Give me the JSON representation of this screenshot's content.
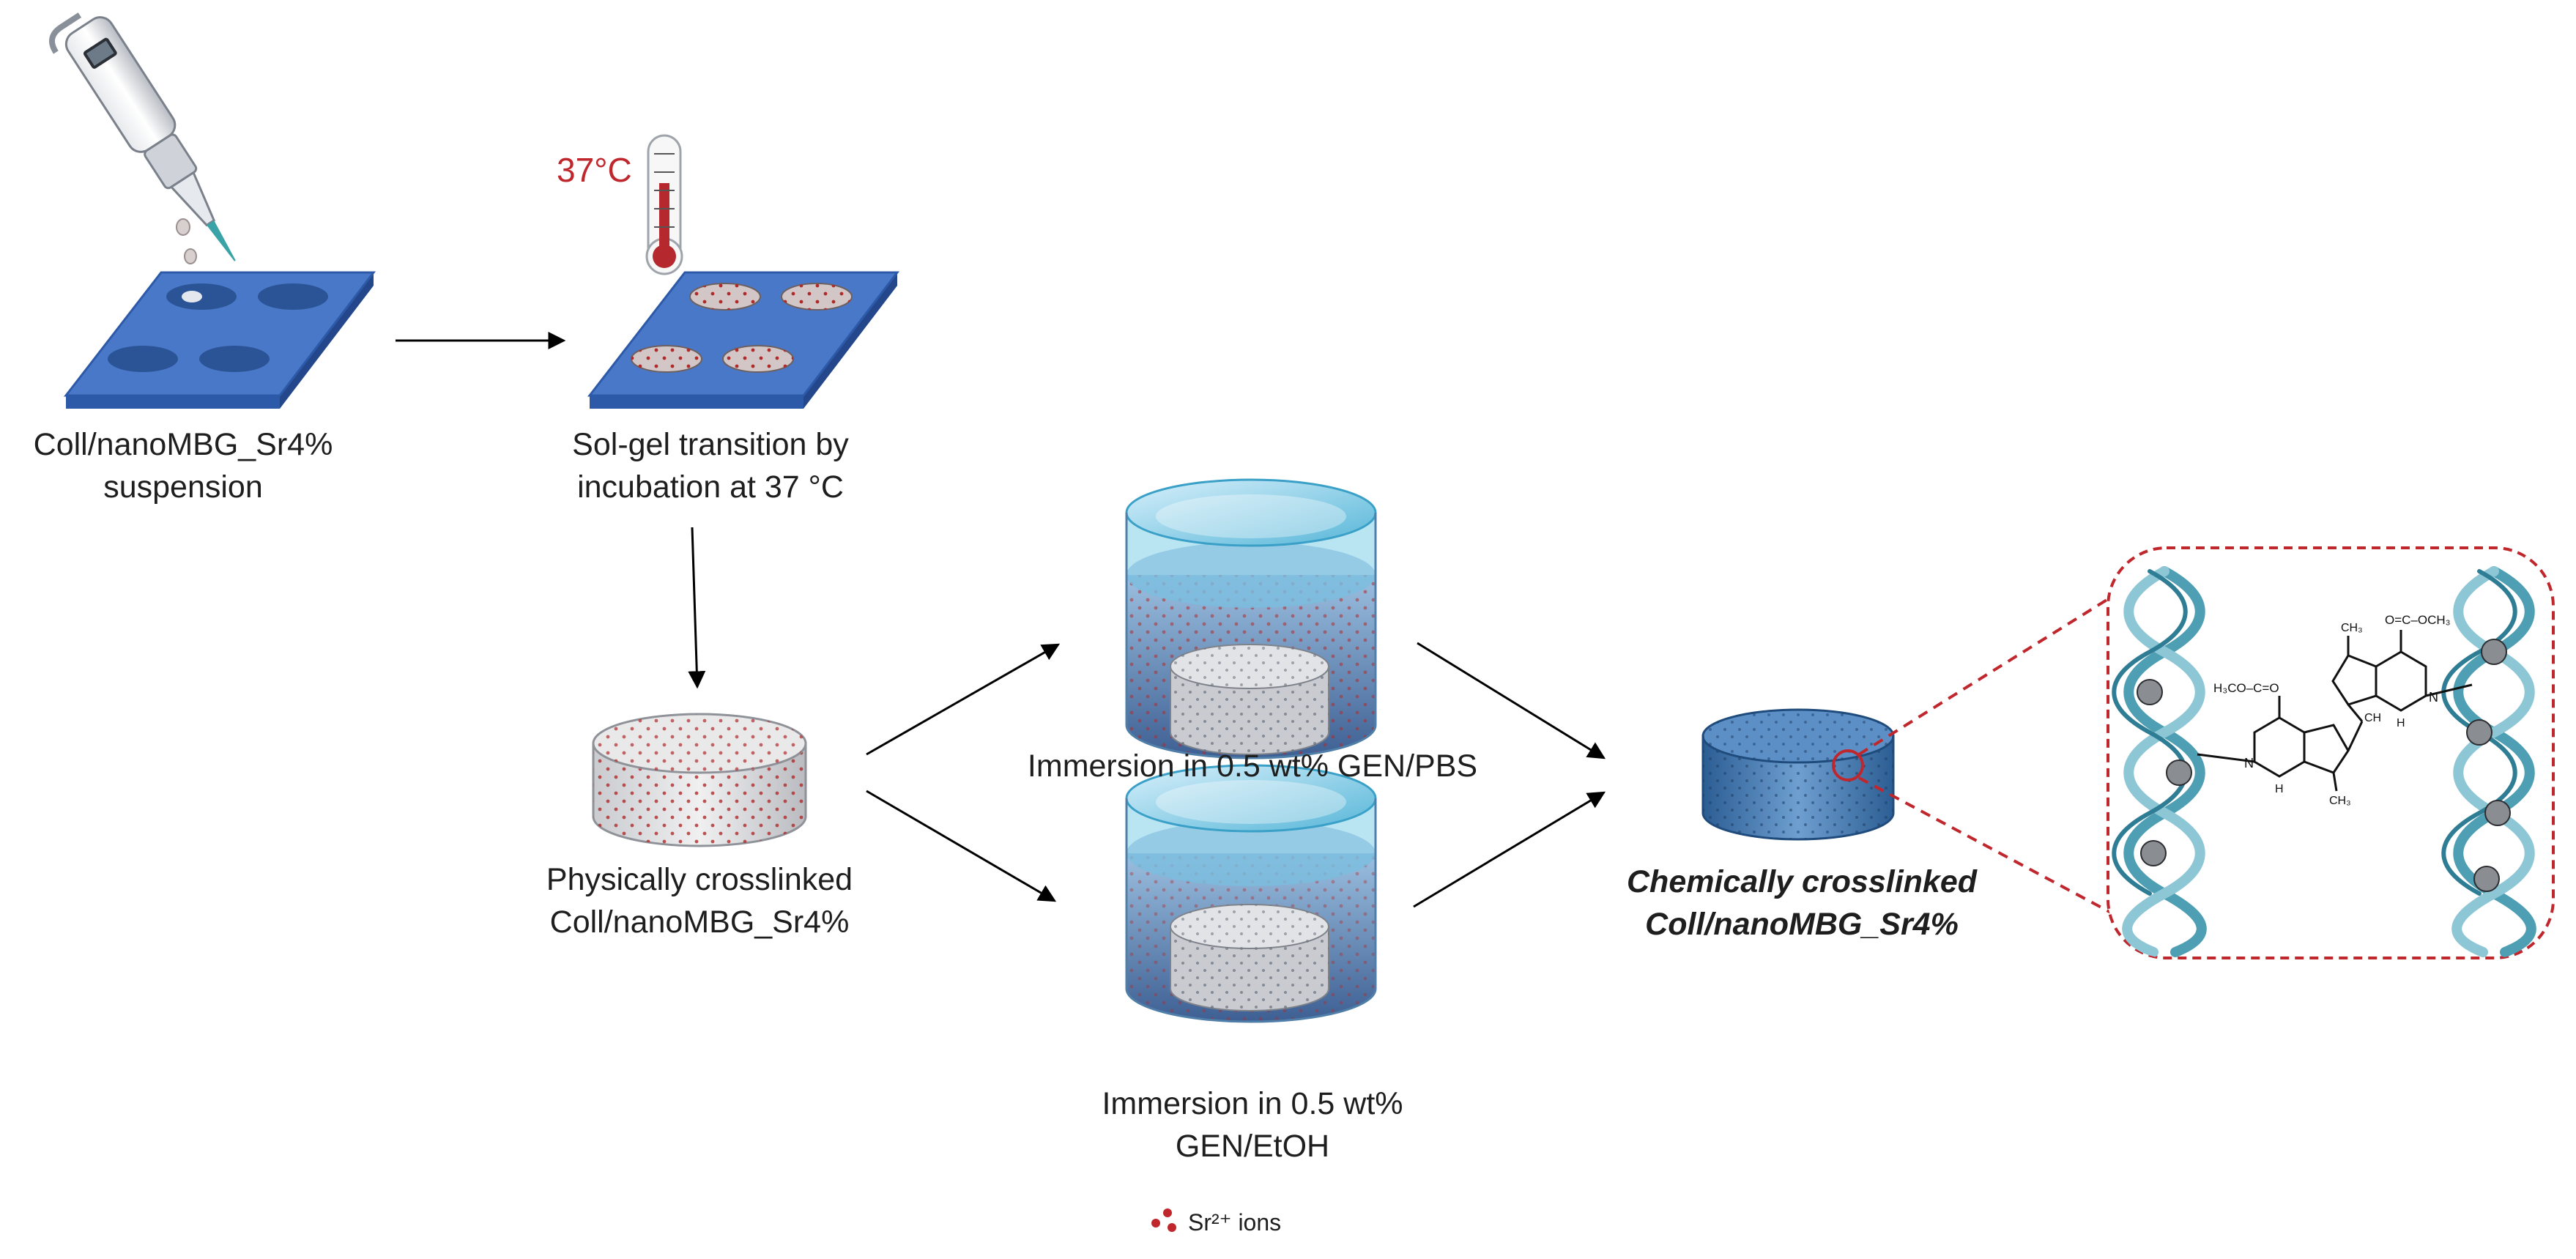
{
  "thermometer_label": "37°C",
  "steps": {
    "suspension": [
      "Coll/nanoMBG_Sr4%",
      "suspension"
    ],
    "sol_gel": [
      "Sol-gel transition by",
      "incubation at 37 °C"
    ],
    "physical": [
      "Physically crosslinked",
      "Coll/nanoMBG_Sr4%"
    ],
    "pbs": "Immersion in 0.5 wt% GEN/PBS",
    "etoh": [
      "Immersion in 0.5 wt%",
      "GEN/EtOH"
    ],
    "chemical": [
      "Chemically crosslinked",
      "Coll/nanoMBG_Sr4%"
    ]
  },
  "legend": {
    "ion_label": "Sr²⁺ ions"
  },
  "chem_labels": {
    "ester_left": "H₃CO–C=O",
    "ester_right": "O=C–OCH₃",
    "ch3": "CH₃",
    "ch": "CH",
    "n": "N",
    "h": "H"
  },
  "colors": {
    "plate": "#4a78c8",
    "plate_dark": "#2d5aa8",
    "ion": "#c0272d",
    "callout": "#c0272d",
    "liquid": "#5b82b8",
    "helix": "#5aa5b8"
  }
}
